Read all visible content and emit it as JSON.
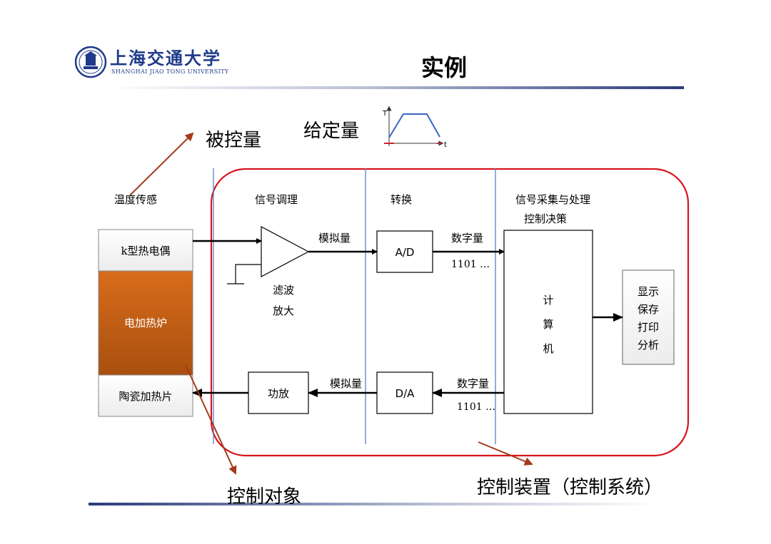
{
  "header": {
    "logo_cn": "上海交通大学",
    "logo_en": "SHANGHAI JIAO TONG UNIVERSITY",
    "title": "实例"
  },
  "labels": {
    "controlled_var": "被控量",
    "setpoint": "给定量",
    "setpoint_axis_y": "T",
    "setpoint_axis_x": "t",
    "control_object": "控制对象",
    "control_device": "控制装置（控制系统）"
  },
  "columns": {
    "sensor": "温度传感",
    "conditioning": "信号调理",
    "conversion": "转换",
    "acquisition": "信号采集与处理",
    "decision": "控制决策"
  },
  "blocks": {
    "thermocouple": "k型热电偶",
    "furnace": "电加热炉",
    "ceramic_heater": "陶瓷加热片",
    "filter": "滤波",
    "amplify": "放大",
    "ad": "A/D",
    "da": "D/A",
    "power_amp": "功放",
    "computer": [
      "计",
      "算",
      "机"
    ],
    "output": [
      "显示",
      "保存",
      "打印",
      "分析"
    ]
  },
  "signals": {
    "analog_top": "模拟量",
    "digital_top": "数字量",
    "bits_top": "1101 …",
    "analog_bottom": "模拟量",
    "digital_bottom": "数字量",
    "bits_bottom": "1101 …"
  },
  "colors": {
    "red_border": "#d9141c",
    "arrow_brown": "#a33a1c",
    "furnace_fill": "#c25a15",
    "divider_blue": "#5b7fc8",
    "header_line_dark": "#2a3a7a",
    "logo_blue": "#1f3a8a"
  }
}
